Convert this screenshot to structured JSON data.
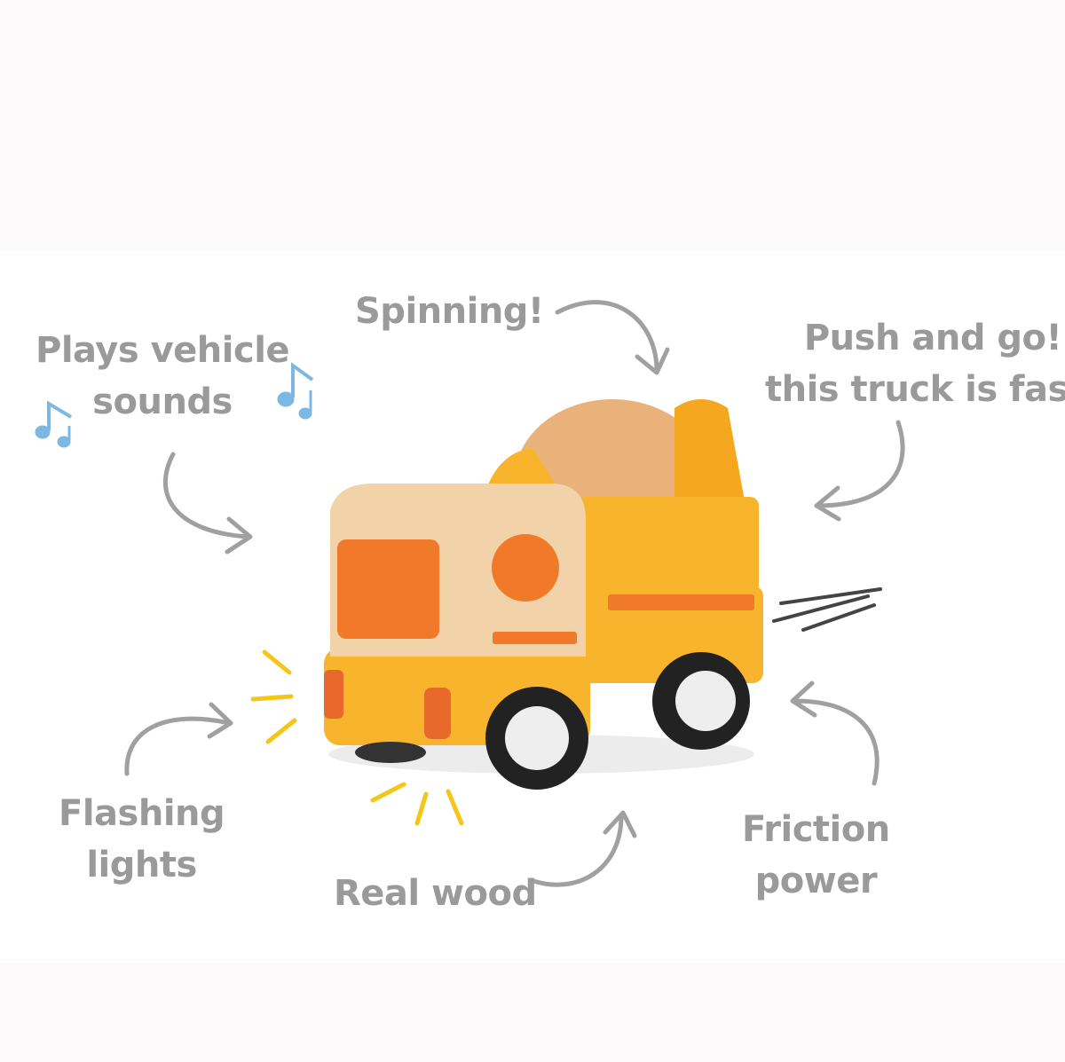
{
  "labels": {
    "sounds": [
      "Plays vehicle",
      "sounds"
    ],
    "spinning": "Spinning!",
    "push": [
      "Push and go!",
      "this truck is fast!"
    ],
    "lights": [
      "Flashing",
      "lights"
    ],
    "wood": "Real wood",
    "friction": [
      "Friction",
      "power"
    ]
  },
  "colors": {
    "text": "#9a9a9a",
    "arrow": "#a0a0a0",
    "music_note": "#7db8e4",
    "truck_yellow": "#f7b42c",
    "wood": "#f2d2a8",
    "orange_accent": "#f07a2a",
    "light_rays": "#f5c518"
  }
}
